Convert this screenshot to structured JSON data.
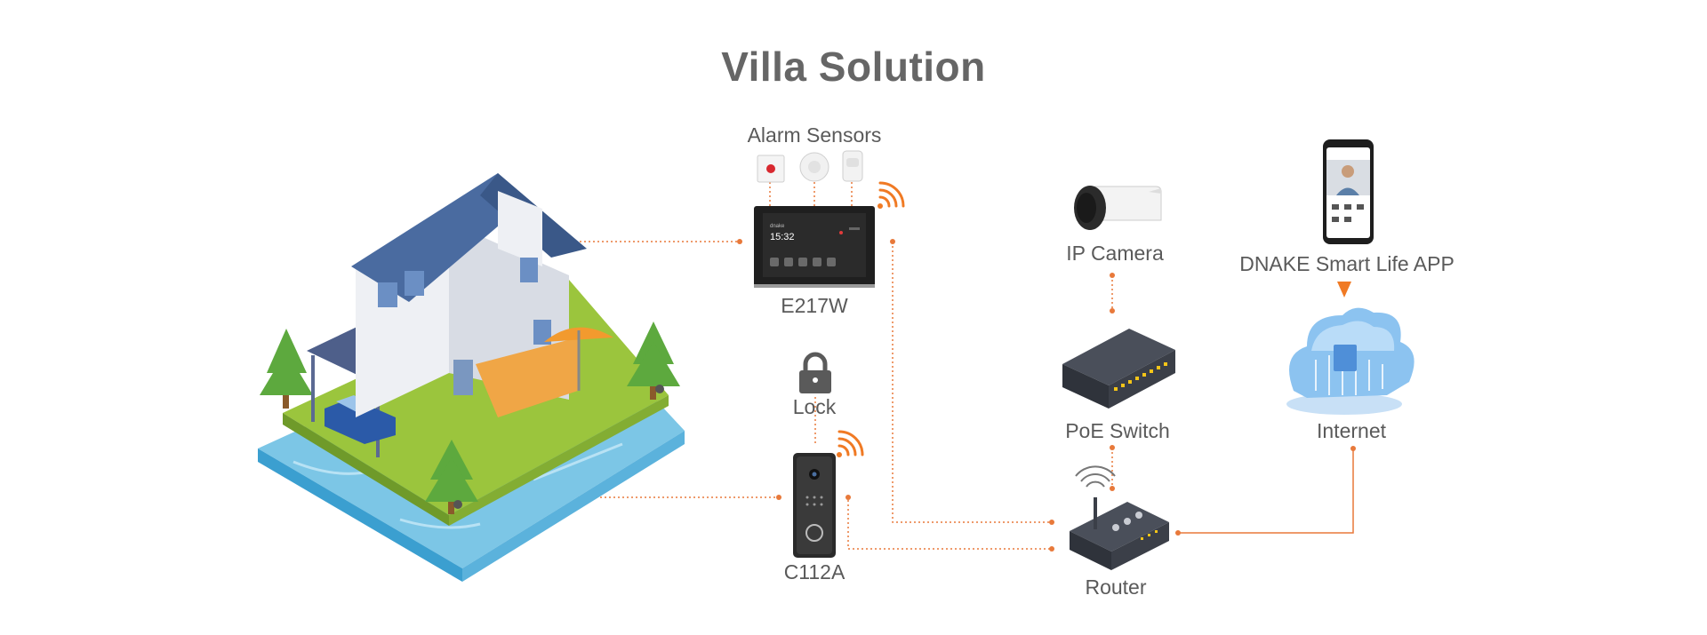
{
  "title": "Villa Solution",
  "nodes": {
    "alarm_sensors": "Alarm Sensors",
    "indoor_monitor": "E217W",
    "lock": "Lock",
    "door_station": "C112A",
    "ip_camera": "IP Camera",
    "poe_switch": "PoE Switch",
    "router": "Router",
    "app": "DNAKE Smart Life APP",
    "internet": "Internet"
  },
  "monitor_screen": {
    "brand": "dnake",
    "time": "15:32"
  },
  "colors": {
    "connector": "#e8793a",
    "accent": "#f07a24",
    "text": "#5a5a5a"
  }
}
